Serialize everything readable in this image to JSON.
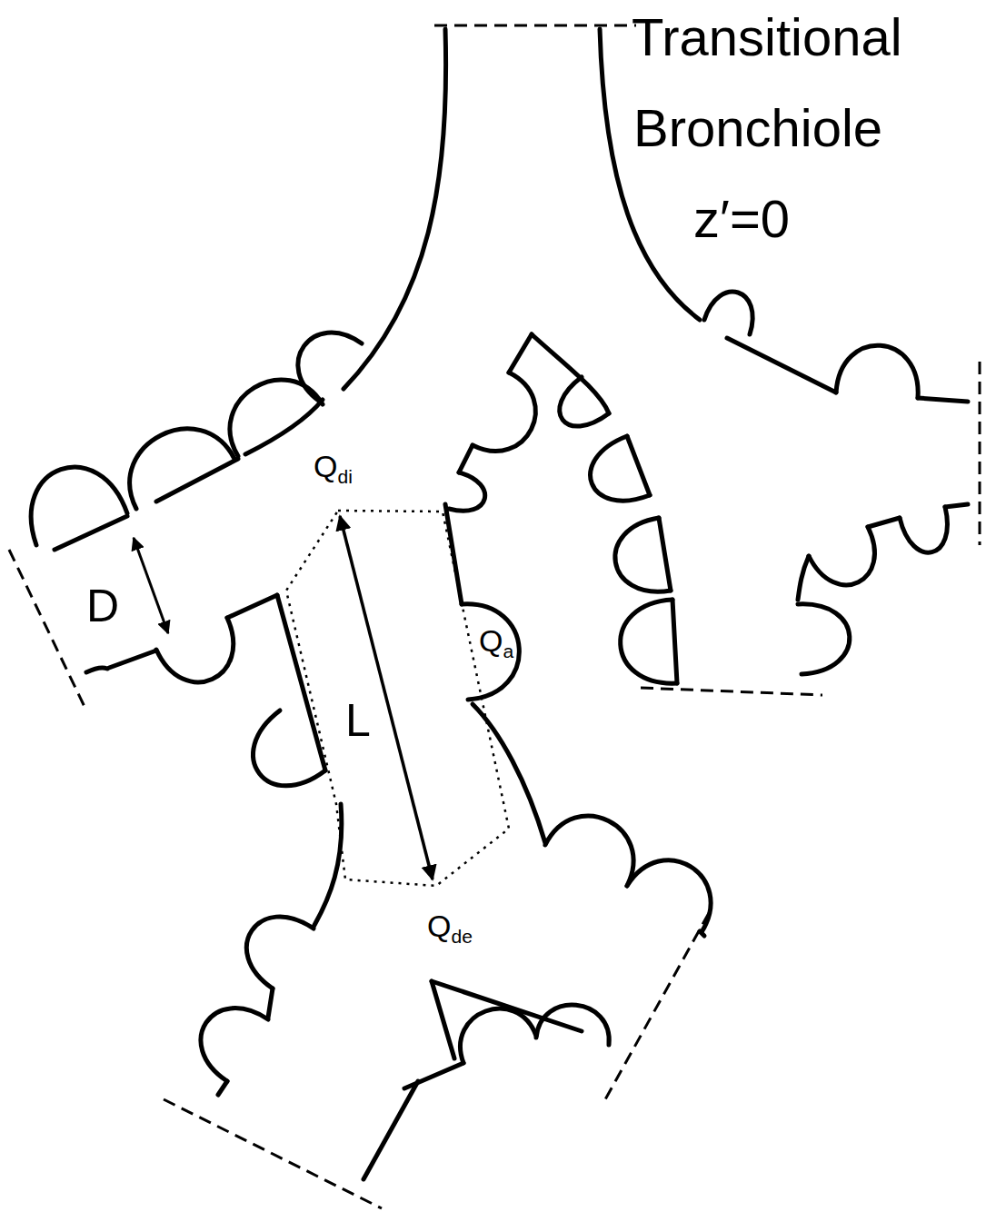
{
  "diagram": {
    "labels": [
      "Transitional",
      "Bronchiole",
      "z′=0",
      "Qdi",
      "Qa",
      "Qde",
      "D",
      "L"
    ]
  }
}
